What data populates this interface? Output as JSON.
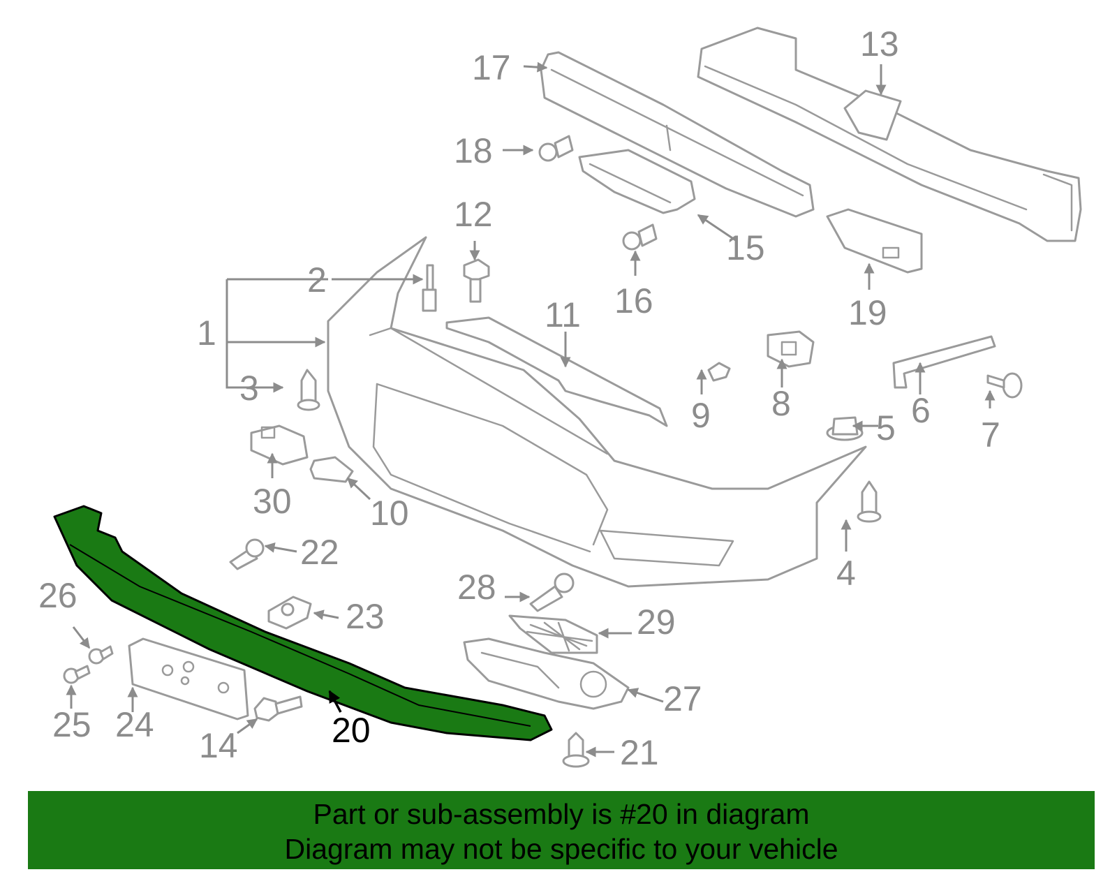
{
  "callouts": {
    "c1": "1",
    "c2": "2",
    "c3": "3",
    "c4": "4",
    "c5": "5",
    "c6": "6",
    "c7": "7",
    "c8": "8",
    "c9": "9",
    "c10": "10",
    "c11": "11",
    "c12": "12",
    "c13": "13",
    "c14": "14",
    "c15": "15",
    "c16": "16",
    "c17": "17",
    "c18": "18",
    "c19": "19",
    "c20": "20",
    "c21": "21",
    "c22": "22",
    "c23": "23",
    "c24": "24",
    "c25": "25",
    "c26": "26",
    "c27": "27",
    "c28": "28",
    "c29": "29",
    "c30": "30"
  },
  "highlighted_part": "20",
  "colors": {
    "highlight": "#1a7a14",
    "parts": "#9a9a9a",
    "banner": "#1a7a14"
  },
  "banner": {
    "line1": "Part or sub-assembly is #20 in diagram",
    "line2": "Diagram may not be specific to your vehicle"
  }
}
